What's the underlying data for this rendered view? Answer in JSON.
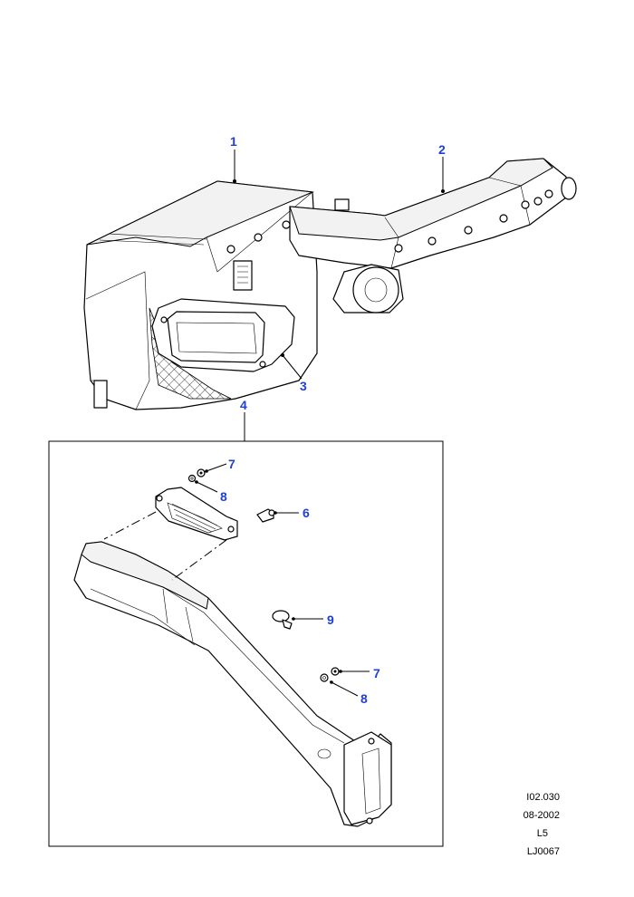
{
  "callouts": {
    "c1": "1",
    "c2": "2",
    "c3": "3",
    "c4": "4",
    "c5": "6",
    "c6": "7",
    "c7": "8",
    "c8": "9",
    "c9": "7",
    "c10": "8"
  },
  "meta": {
    "illustration": "I02.030",
    "date": "08-2002",
    "model": "L5",
    "code": "LJ0067"
  },
  "colors": {
    "callout": "#1f3fd8",
    "line": "#000000"
  }
}
